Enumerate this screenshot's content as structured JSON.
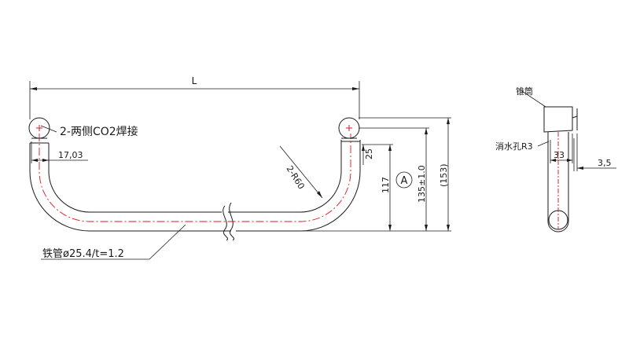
{
  "main_view": {
    "overall_length_label": "L",
    "weld_note": "2-两侧CO2焊接",
    "offset_dim": "17,03",
    "bend_radius": "2-R60",
    "dim_25": "25",
    "dim_117": "117",
    "dim_135": "135±1.0",
    "dim_153": "(153)",
    "datum_label": "A",
    "material_note": "铁管ø25.4/t=1.2"
  },
  "side_view": {
    "cap_label": "锥筒",
    "drain_label": "消水孔R3",
    "dim_33": "33",
    "dim_3_5": "3,5"
  },
  "colors": {
    "line": "#1a1a1a",
    "centerline": "#e0141e"
  }
}
